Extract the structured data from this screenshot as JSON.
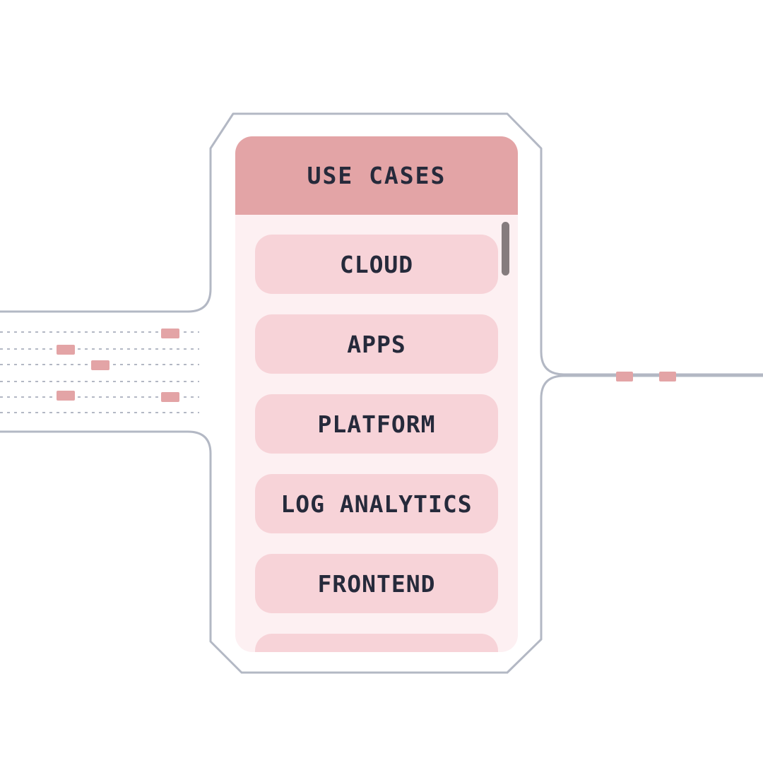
{
  "panel": {
    "title": "USE CASES",
    "items": [
      {
        "label": "CLOUD"
      },
      {
        "label": "APPS"
      },
      {
        "label": "PLATFORM"
      },
      {
        "label": "LOG ANALYTICS"
      },
      {
        "label": "FRONTEND"
      },
      {
        "label": ""
      }
    ]
  },
  "colors": {
    "outline": "#b3b8c4",
    "header": "#e3a4a6",
    "item": "#f7d3d8",
    "panel_bg": "#fdf0f2",
    "text": "#262a3b",
    "packet": "#e3a4a6",
    "scroll_thumb": "#857c7e"
  }
}
